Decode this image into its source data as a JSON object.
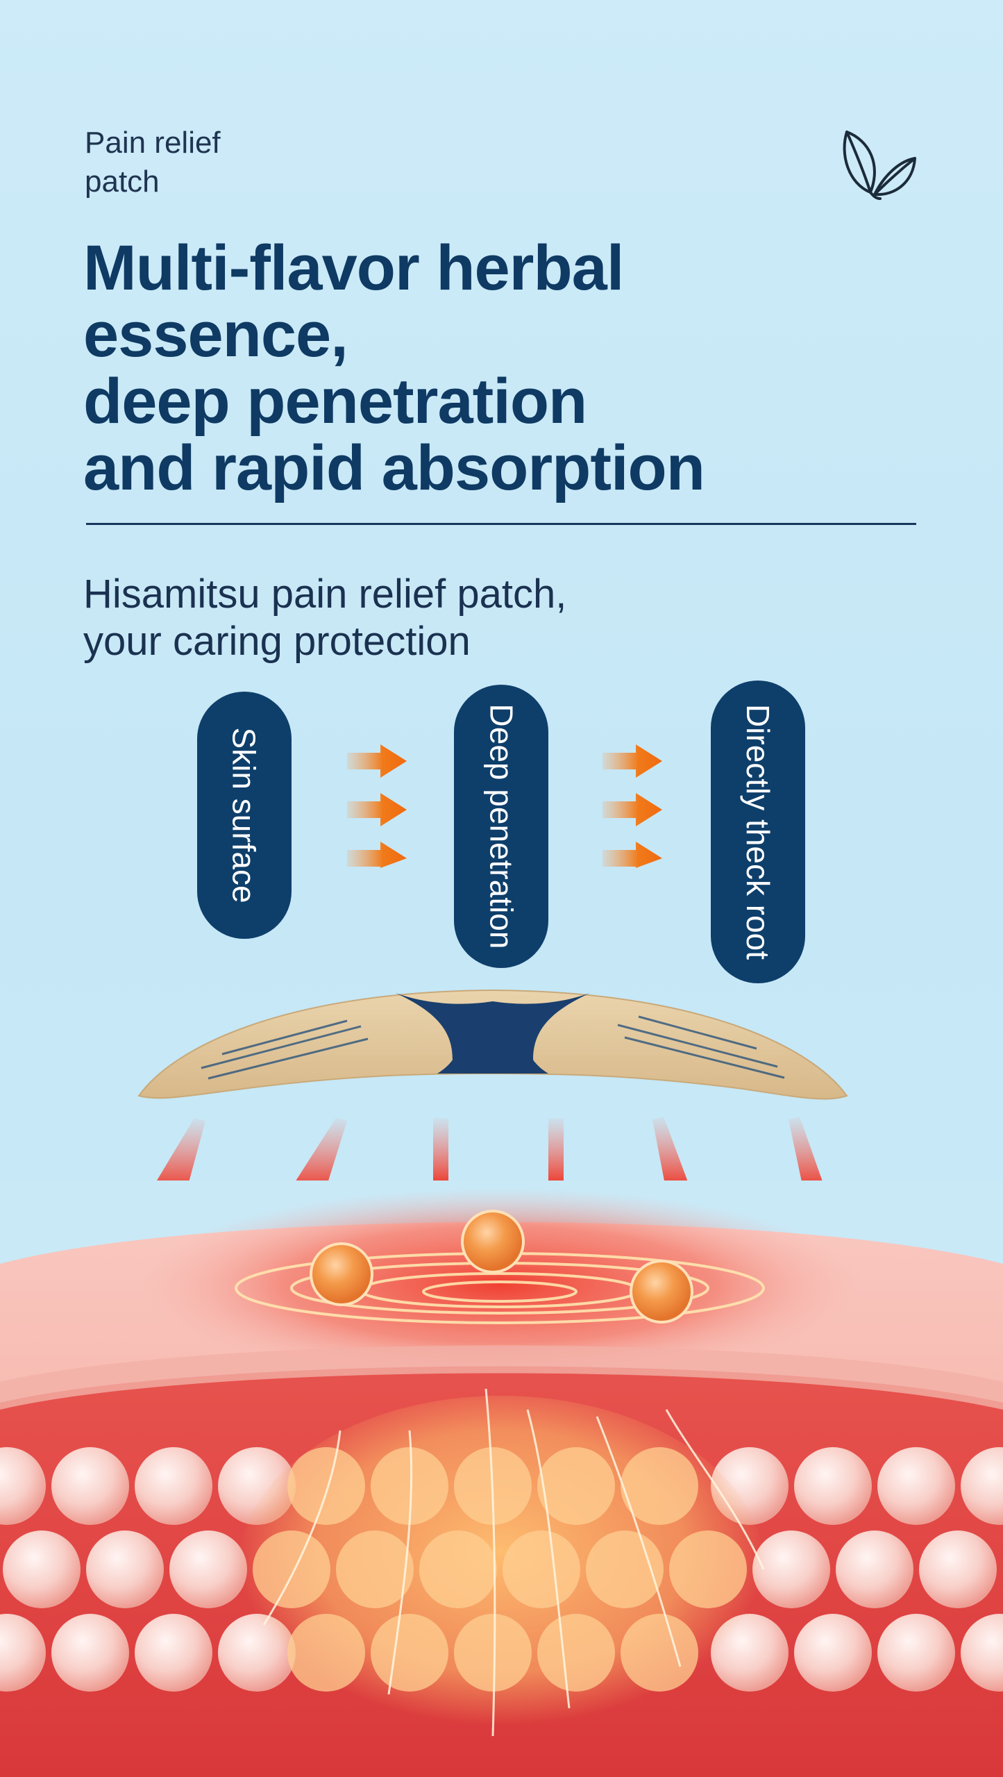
{
  "header": {
    "subtitle": "Pain relief\npatch",
    "icon": "leaves-icon"
  },
  "headline": "Multi-flavor herbal\nessence,\ndeep penetration\nand rapid absorption",
  "tagline": "Hisamitsu pain relief patch,\nyour caring protection",
  "steps": [
    {
      "label": "Skin surface"
    },
    {
      "label": "Deep penetration"
    },
    {
      "label": "Directly theck root"
    }
  ],
  "colors": {
    "background": "#c9e9f7",
    "navy": "#0e3f6b",
    "orange_arrow": "#f07a1a",
    "red_arrow": "#e8261c",
    "patch": "#e2c9a0"
  }
}
